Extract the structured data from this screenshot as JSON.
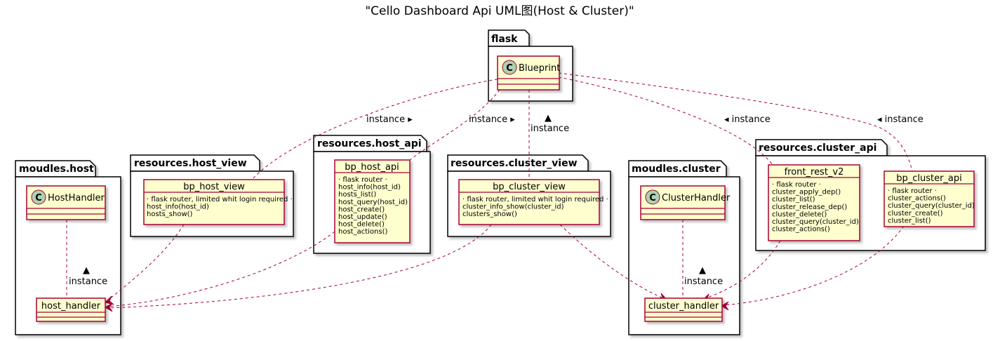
{
  "title": "\"Cello Dashboard Api UML图(Host & Cluster)\"",
  "colors": {
    "class_fill": "#fefece",
    "class_border": "#a80036",
    "edge": "#a80036",
    "circle_fill": "#add1b2"
  },
  "packages": {
    "flask": "flask",
    "moudles_host": "moudles.host",
    "host_view": "resources.host_view",
    "host_api": "resources.host_api",
    "cluster_view": "resources.cluster_view",
    "moudles_cluster": "moudles.cluster",
    "cluster_api": "resources.cluster_api"
  },
  "classes": {
    "blueprint": {
      "name": "Blueprint",
      "icon": "C"
    },
    "host_handler_cls": {
      "name": "HostHandler",
      "icon": "C"
    },
    "cluster_handler_cls": {
      "name": "ClusterHandler",
      "icon": "C"
    },
    "host_handler": {
      "name": "host_handler"
    },
    "cluster_handler": {
      "name": "cluster_handler"
    },
    "bp_host_view": {
      "name": "bp_host_view",
      "members": [
        "· flask router, limited whit login required ·",
        "host_info(host_id)",
        "hosts_show()"
      ]
    },
    "bp_host_api": {
      "name": "bp_host_api",
      "members": [
        "· flask router ·",
        "host_info(host_id)",
        "hosts_list()",
        "host_query(host_id)",
        "host_create()",
        "host_update()",
        "host_delete()",
        "host_actions()"
      ]
    },
    "bp_cluster_view": {
      "name": "bp_cluster_view",
      "members": [
        "· flask router, limited whit login required ·",
        "cluster_info_show(cluster_id)",
        "clusters_show()"
      ]
    },
    "front_rest_v2": {
      "name": "front_rest_v2",
      "members": [
        "· flask router ·",
        "cluster_apply_dep()",
        "cluster_list()",
        "cluster_release_dep()",
        "cluster_delete()",
        "cluster_query(cluster_id)",
        "cluster_actions()"
      ]
    },
    "bp_cluster_api": {
      "name": "bp_cluster_api",
      "members": [
        "· flask router ·",
        "cluster_actions()",
        "cluster_query(cluster_id)",
        "cluster_create()",
        "cluster_list()"
      ]
    }
  },
  "edge_labels": {
    "host_view": "instance ▸",
    "host_api": "instance ▸",
    "cluster_view_arrow": "▲",
    "cluster_view": "instance",
    "front_rest": "◂ instance",
    "cluster_api": "◂ instance",
    "host_handler_arrow": "▲",
    "host_handler": "instance",
    "cluster_handler_arrow": "▲",
    "cluster_handler": "instance"
  }
}
